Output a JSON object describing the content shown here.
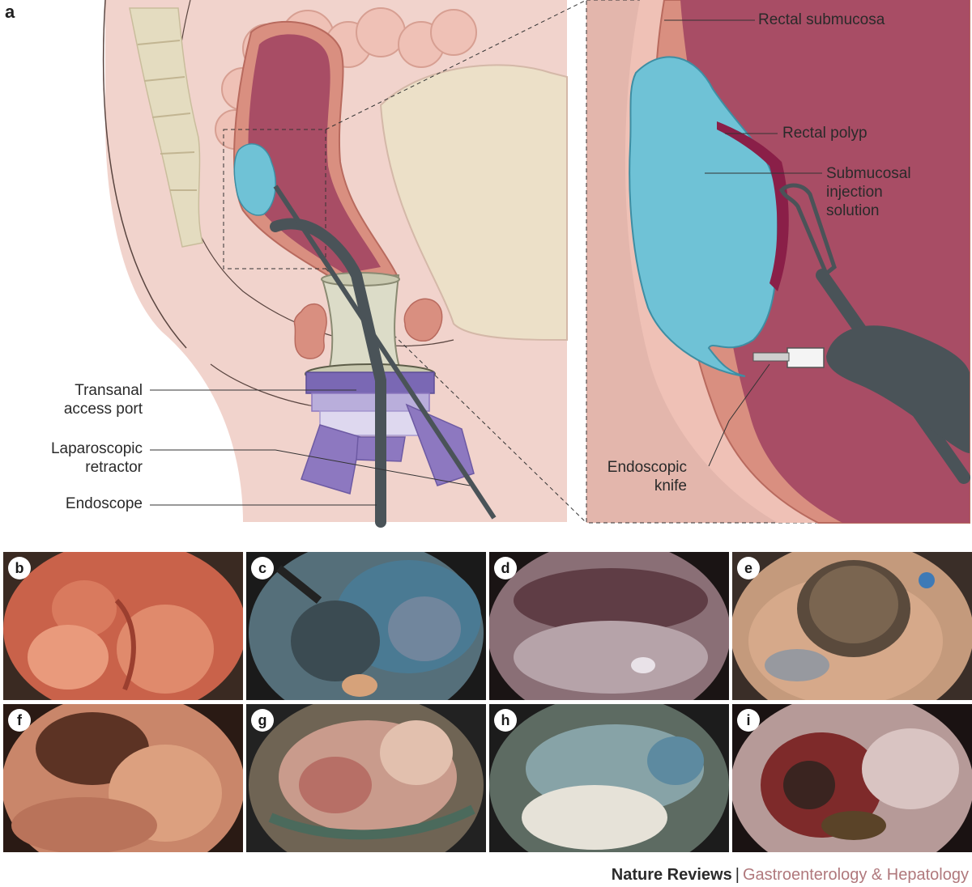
{
  "panel_a": {
    "letter": "a",
    "labels": {
      "rectal_submucosa": "Rectal submucosa",
      "rectal_polyp": "Rectal polyp",
      "injection_line1": "Submucosal",
      "injection_line2": "injection",
      "injection_line3": "solution",
      "port_line1": "Transanal",
      "port_line2": "access port",
      "retractor_line1": "Laparoscopic",
      "retractor_line2": "retractor",
      "endoscope": "Endoscope",
      "knife_line1": "Endoscopic",
      "knife_line2": "knife"
    }
  },
  "photos": [
    {
      "letter": "b"
    },
    {
      "letter": "c"
    },
    {
      "letter": "d"
    },
    {
      "letter": "e"
    },
    {
      "letter": "f"
    },
    {
      "letter": "g"
    },
    {
      "letter": "h"
    },
    {
      "letter": "i"
    }
  ],
  "footer": {
    "journal": "Nature Reviews",
    "separator": "|",
    "subjournal": "Gastroenterology & Hepatology"
  },
  "colors": {
    "tissue_light": "#f1d3cc",
    "tissue_mid": "#e3b6ac",
    "rectum_wall": "#d98f80",
    "rectum_lumen": "#a84d65",
    "injection_blue": "#6fc2d6",
    "port_purple": "#8d78c0",
    "endoscope_gray": "#4a5358",
    "footer_accent": "#b0787c"
  }
}
